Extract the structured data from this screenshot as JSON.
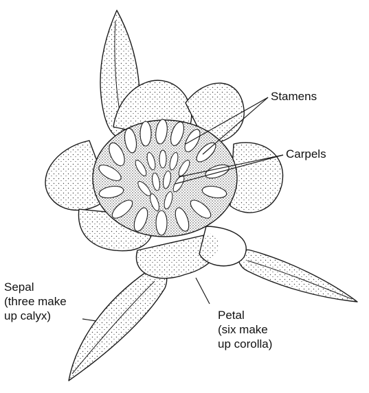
{
  "figure": {
    "labels": {
      "stamens": "Stamens",
      "carpels": "Carpels",
      "sepal": "Sepal\n(three make\nup calyx)",
      "petal": "Petal\n(six make\nup corolla)"
    },
    "colors": {
      "ink": "#1a1a1a",
      "paper": "#ffffff",
      "stipple": "#444444"
    }
  }
}
